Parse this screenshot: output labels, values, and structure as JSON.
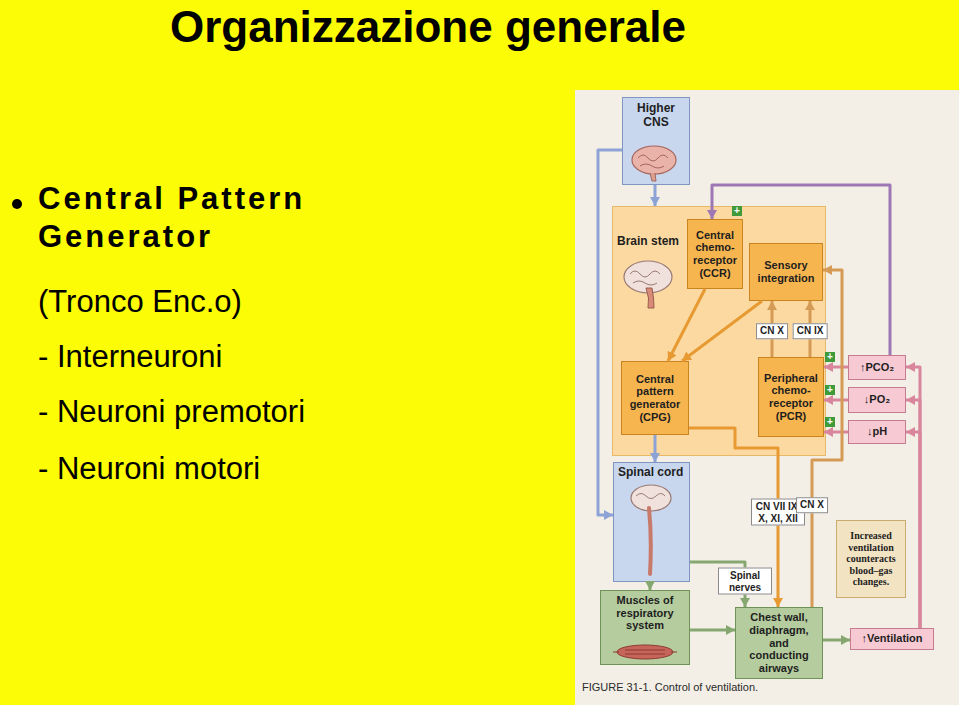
{
  "diagram": {
    "title": "Organizzazione generale",
    "caption": "FIGURE 31-1. Control of ventilation.",
    "nodes": [
      {
        "text": [
          "Higher CNS"
        ]
      },
      {
        "text": [
          "Brain stem"
        ]
      },
      {
        "text": [
          "Central chemo- receptor (CCR)"
        ],
        "in": 1
      },
      {
        "text": [
          "Sensory integration"
        ],
        "in": 1
      },
      {
        "text": [
          "Central pattern generator (CPG)"
        ],
        "in": 1
      },
      {
        "text": [
          "Peripheral chemo- receptor (PCR)"
        ],
        "in": 1
      },
      {
        "text": [
          "Spinal cord"
        ]
      },
      {
        "text": [
          "Muscles of respiratory system"
        ]
      },
      {
        "text": [
          "Chest wall, diaphragm, and conducting airways"
        ]
      },
      {
        "text": [
          "↑PCO₂"
        ]
      },
      {
        "text": [
          "↓PO₂"
        ]
      },
      {
        "text": [
          "↓pH"
        ]
      },
      {
        "text": [
          "Increased ventilation counteracts blood–gas changes."
        ]
      },
      {
        "text": [
          "↑Ventilation"
        ]
      }
    ],
    "edges": [
      {
        "from": 0,
        "to": 1,
        "arrow": "to"
      },
      {
        "from": 0,
        "to": 6,
        "arrow": "to"
      },
      {
        "from": 9,
        "to": 2,
        "arrow": "to"
      },
      {
        "from": 2,
        "to": 4,
        "arrow": "to"
      },
      {
        "from": 3,
        "to": 4,
        "arrow": "to"
      },
      {
        "from": 5,
        "to": 3,
        "label": "CN X",
        "arrow": "to"
      },
      {
        "from": 5,
        "to": 3,
        "label": "CN IX",
        "arrow": "to"
      },
      {
        "from": 9,
        "to": 5,
        "arrow": "to"
      },
      {
        "from": 10,
        "to": 5,
        "arrow": "to"
      },
      {
        "from": 11,
        "to": 5,
        "arrow": "to"
      },
      {
        "from": 4,
        "to": 6,
        "arrow": "to"
      },
      {
        "from": 4,
        "to": 8,
        "label": "CN VII IX, X, XI, XII",
        "arrow": "to"
      },
      {
        "from": 6,
        "to": 8,
        "label": "Spinal nerves",
        "arrow": "to"
      },
      {
        "from": 6,
        "to": 7,
        "arrow": "to"
      },
      {
        "from": 7,
        "to": 8,
        "arrow": "to"
      },
      {
        "from": 8,
        "to": 3,
        "label": "CN X",
        "arrow": "to"
      },
      {
        "from": 8,
        "to": 13,
        "arrow": "to"
      },
      {
        "from": 13,
        "to": 9,
        "arrow": "to"
      },
      {
        "from": 13,
        "to": 10,
        "arrow": "to"
      },
      {
        "from": 13,
        "to": 11,
        "arrow": "to"
      }
    ],
    "labels": [
      "Central Pattern Generator",
      "(Tronco Enc.o)",
      "- Interneuroni",
      "- Neuroni premotori",
      "- Neuroni motori",
      "+",
      "+",
      "+",
      "+"
    ]
  }
}
